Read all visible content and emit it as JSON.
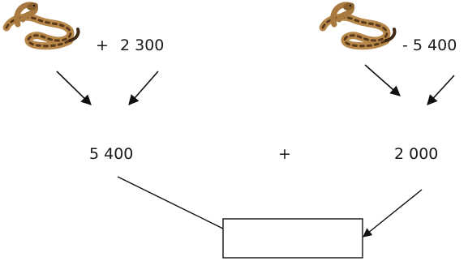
{
  "left_operation": {
    "icon": "snake-icon",
    "operator": "+",
    "operand": "2 300"
  },
  "right_operation": {
    "icon": "snake-icon",
    "operand": "- 5 400"
  },
  "middle_row": {
    "left_value": "5 400",
    "operator": "+",
    "right_value": "2 000"
  },
  "result_box": {
    "value": ""
  },
  "colors": {
    "snake_body": "#b8874a",
    "snake_spots": "#5a3a1c",
    "snake_dark": "#3d2814",
    "ink": "#111111"
  }
}
